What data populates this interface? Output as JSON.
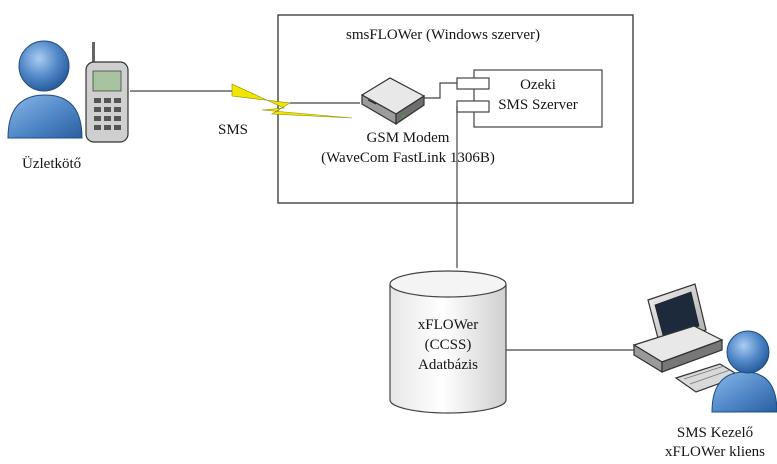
{
  "server": {
    "title": "smsFLOWer (Windows szerver)"
  },
  "ozeki": {
    "line1": "Ozeki",
    "line2": "SMS Szerver"
  },
  "modem": {
    "line1": "GSM Modem",
    "line2": "(WaveCom FastLink 1306B)"
  },
  "sms_link": {
    "label": "SMS"
  },
  "user_left": {
    "label": "Üzletkötő"
  },
  "database": {
    "line1": "xFLOWer",
    "line2": "(CCSS)",
    "line3": "Adatbázis"
  },
  "client": {
    "line1": "SMS Kezelő",
    "line2": "xFLOWer kliens"
  },
  "colors": {
    "person_fill": "#4f86c6",
    "person_shade": "#2a5f9e",
    "lightning": "#f2e600",
    "line": "#444444"
  },
  "icons": [
    "person-icon",
    "mobile-phone-icon",
    "lightning-icon",
    "modem-icon",
    "database-icon",
    "computer-icon",
    "person-icon"
  ]
}
